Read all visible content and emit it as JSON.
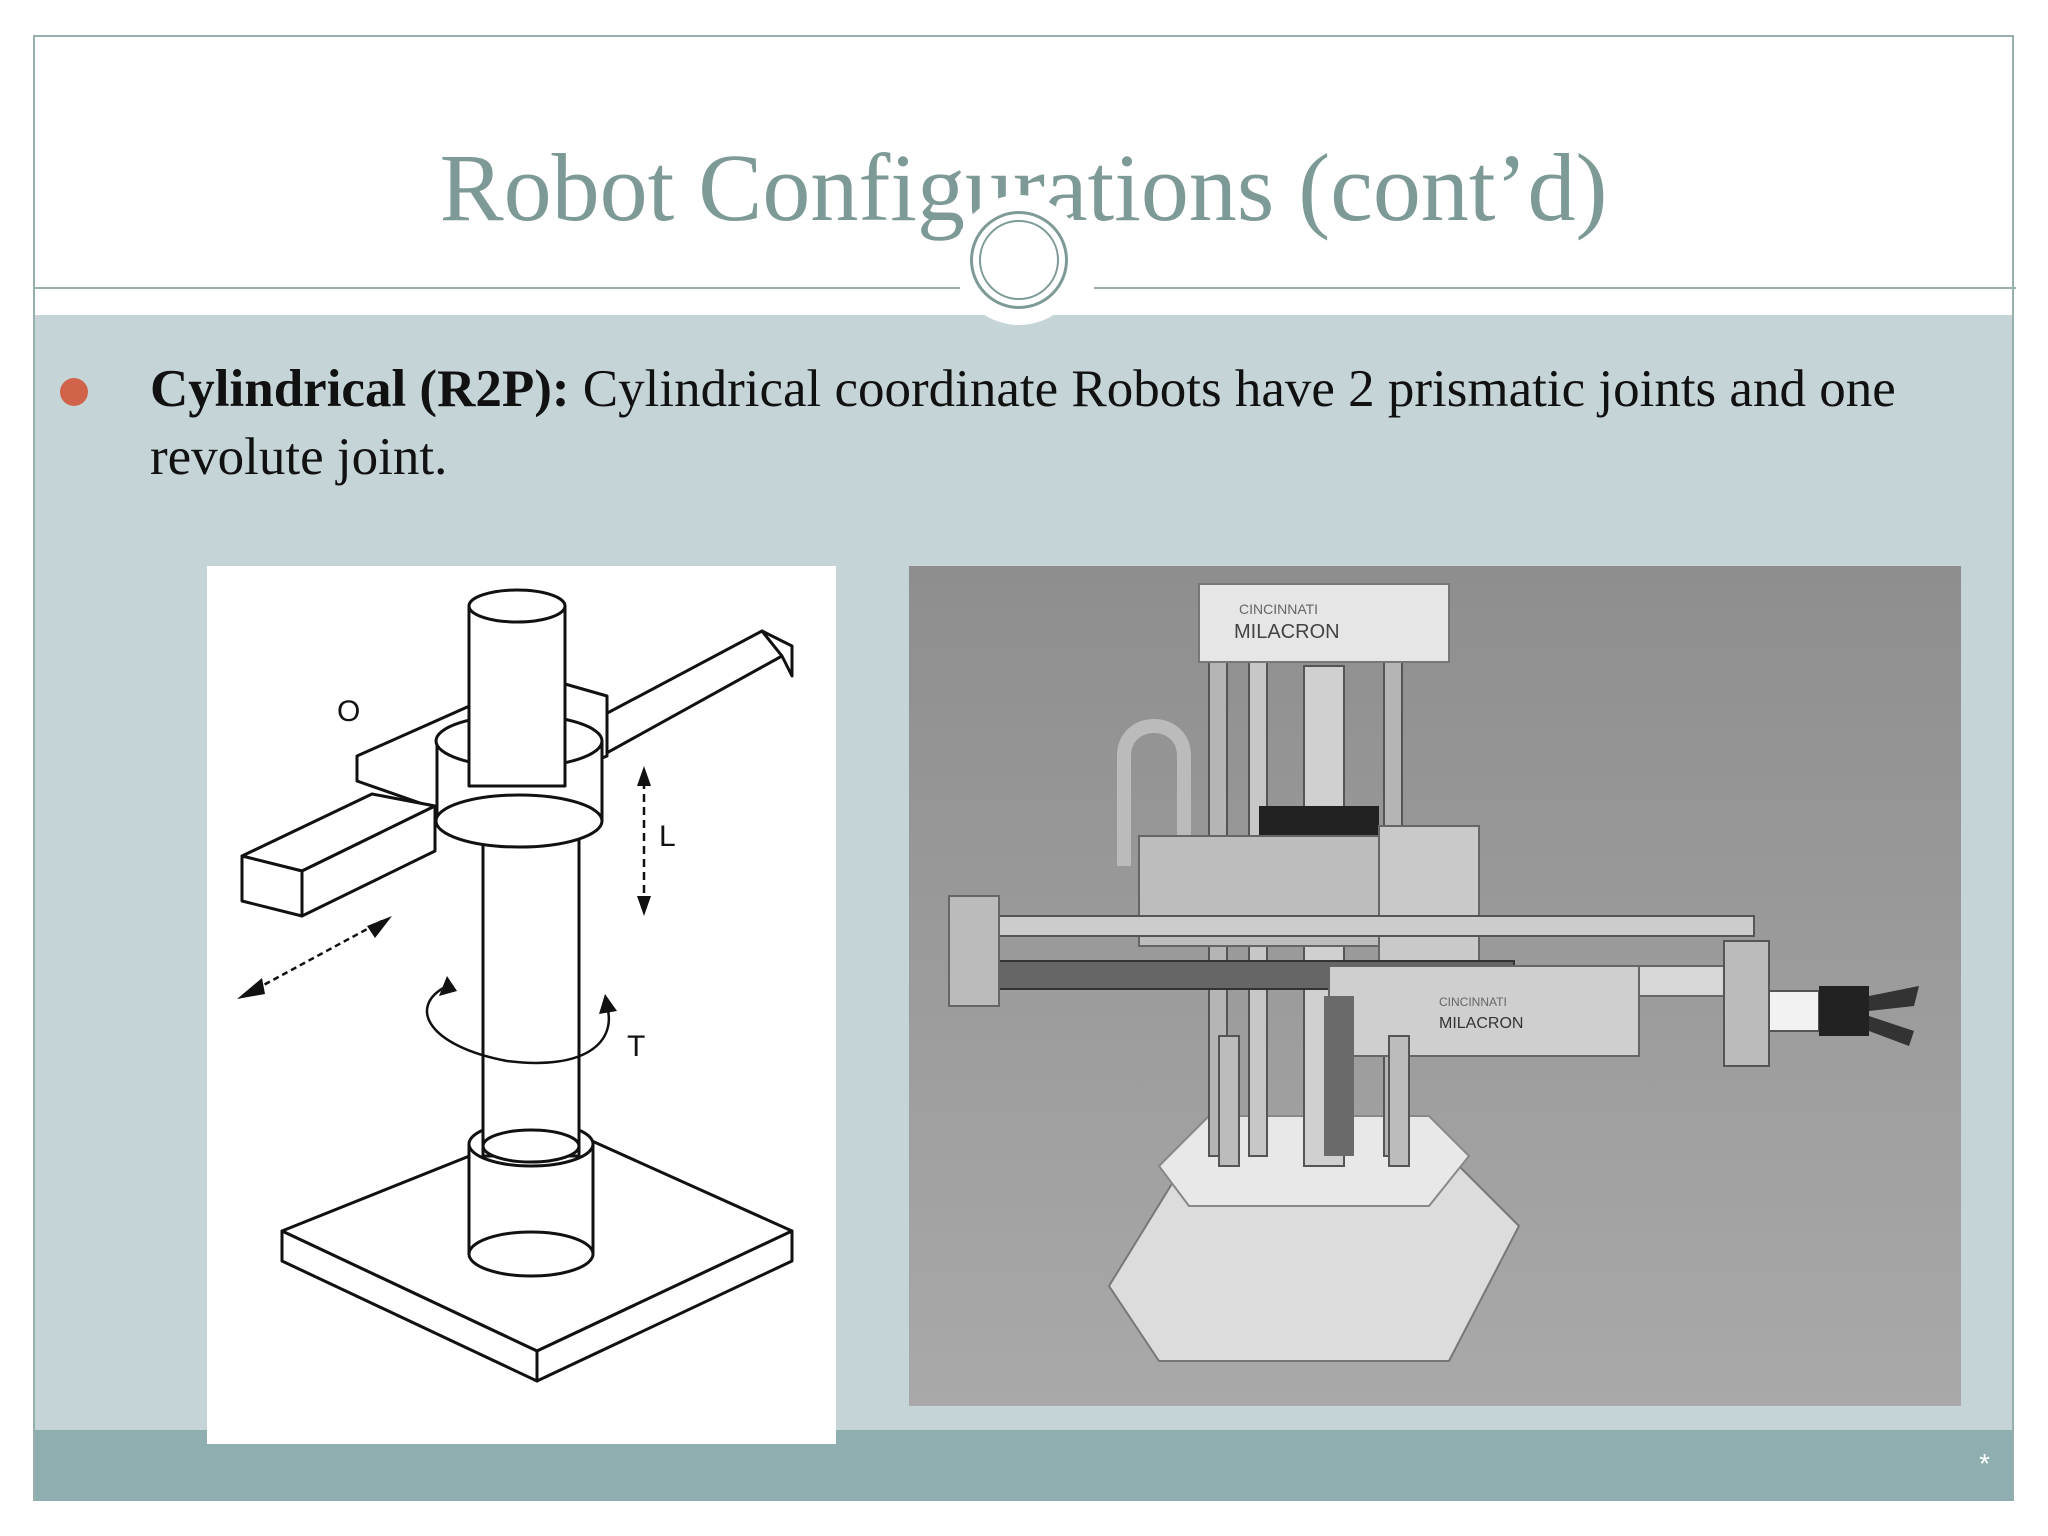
{
  "slide": {
    "title": "Robot Configurations (cont’d)",
    "footer_mark": "*"
  },
  "bullet": {
    "term": "Cylindrical (R2P):",
    "text": " Cylindrical coordinate Robots have 2 prismatic joints and one revolute joint."
  },
  "diagram": {
    "labels": {
      "origin": "O",
      "linear": "L",
      "rotation": "T"
    }
  },
  "photo": {
    "brand_top": "MILACRON",
    "brand_arm": "MILACRON",
    "brand_top_small": "CINCINNATI",
    "brand_arm_small": "CINCINNATI"
  },
  "colors": {
    "title": "#7d9a97",
    "content_bg": "#c5d4d7",
    "footer_bg": "#8faeb0",
    "bullet": "#d0634a"
  }
}
